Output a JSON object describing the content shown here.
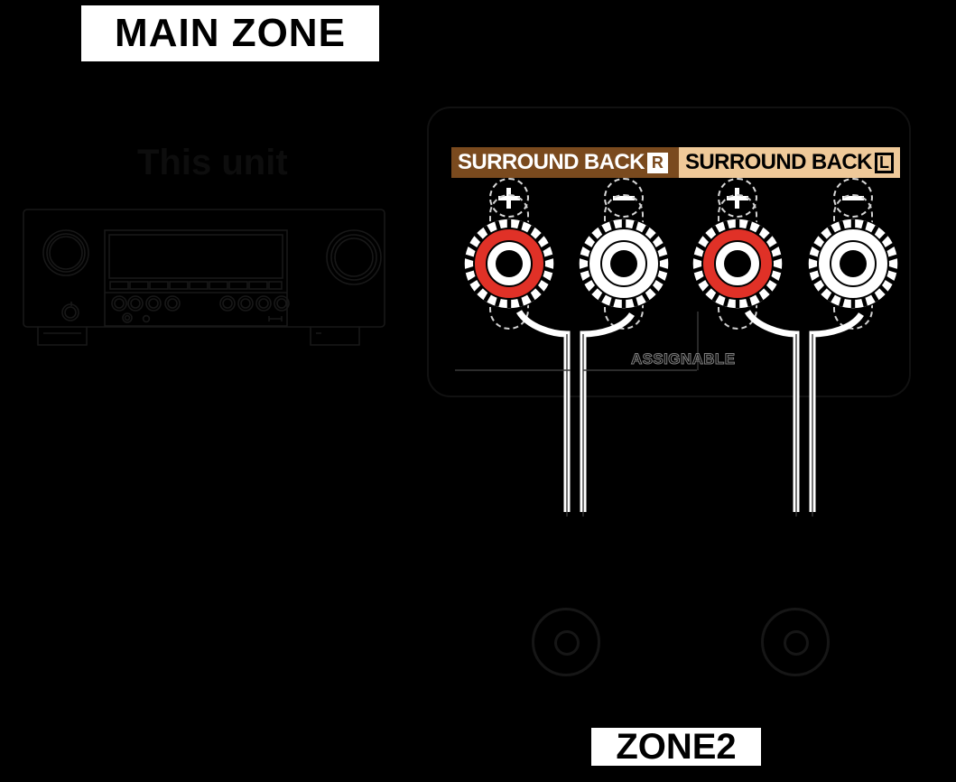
{
  "diagram": {
    "title": "MAIN ZONE",
    "bottom_title": "ZONE2",
    "device_caption": "This unit",
    "assignable_caption": "ASSIGNABLE",
    "colors": {
      "background": "#000000",
      "plate": "#ffffff",
      "label_right_bg": "#7a4a1e",
      "label_left_bg": "#efc999",
      "positive_terminal": "#e03127",
      "negative_terminal": "#ffffff",
      "cable": "#ffffff",
      "outline": "#111111"
    },
    "terminal_groups": [
      {
        "label": "SURROUND BACK",
        "channel": "R",
        "badge_style": "white-on-brown",
        "terminals": [
          {
            "polarity": "+",
            "symbol": "plus",
            "color": "#e03127"
          },
          {
            "polarity": "−",
            "symbol": "minus",
            "color": "#ffffff"
          }
        ]
      },
      {
        "label": "SURROUND BACK",
        "channel": "L",
        "badge_style": "black-on-tan",
        "terminals": [
          {
            "polarity": "+",
            "symbol": "plus",
            "color": "#e03127"
          },
          {
            "polarity": "−",
            "symbol": "minus",
            "color": "#ffffff"
          }
        ]
      }
    ],
    "speakers": [
      {
        "name": "zone2-speaker-left"
      },
      {
        "name": "zone2-speaker-right"
      }
    ]
  }
}
